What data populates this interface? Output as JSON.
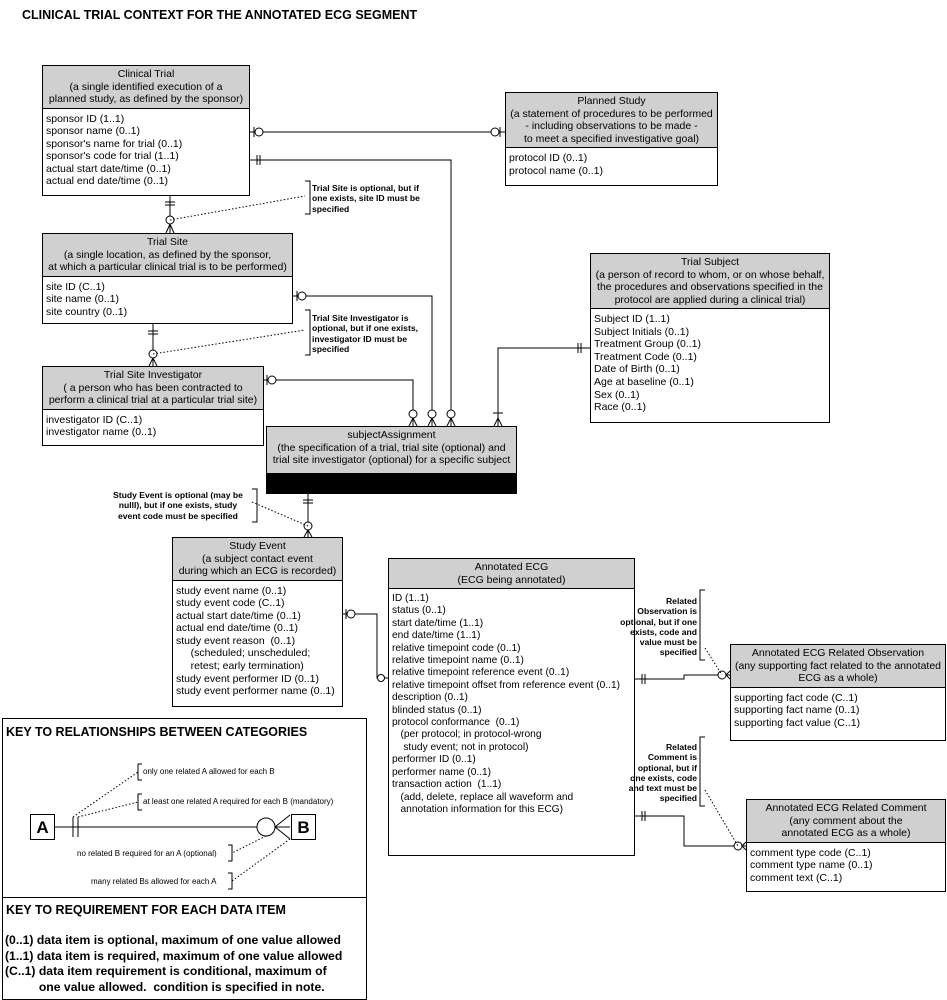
{
  "title": "CLINICAL TRIAL CONTEXT FOR THE ANNOTATED ECG SEGMENT",
  "entities": {
    "clinical_trial": {
      "header": [
        "Clinical Trial",
        "(a single identified execution of a",
        "planned study, as defined by the sponsor)"
      ],
      "attributes": "sponsor ID (1..1)\nsponsor name (0..1)\nsponsor's name for trial (0..1)\nsponsor's code for trial (1..1)\nactual start date/time (0..1)\nactual end date/time (0..1)"
    },
    "planned_study": {
      "header": [
        "Planned Study",
        "(a statement of procedures to be performed",
        "- including observations to be made -",
        "to meet a specified investigative goal)"
      ],
      "attributes": "protocol ID (0..1)\nprotocol name (0..1)"
    },
    "trial_site": {
      "header": [
        "Trial Site",
        "(a single location, as defined by the sponsor,",
        "at which a particular clinical trial is to be performed)"
      ],
      "attributes": "site ID (C..1)\nsite name (0..1)\nsite country (0..1)"
    },
    "trial_subject": {
      "header": [
        "Trial Subject",
        "(a person of record to whom, or on whose behalf,",
        "the procedures and observations specified in the",
        "protocol are applied during a clinical trial)"
      ],
      "attributes": "Subject ID (1..1)\nSubject Initials (0..1)\nTreatment Group (0..1)\nTreatment Code (0..1)\nDate of Birth (0..1)\nAge at baseline (0..1)\nSex (0..1)\nRace (0..1)"
    },
    "trial_site_investigator": {
      "header": [
        "Trial Site Investigator",
        "( a person who has been contracted to",
        "perform a clinical trial at a particular trial site)"
      ],
      "attributes": "investigator ID (C..1)\ninvestigator name (0..1)"
    },
    "subject_assignment": {
      "header": [
        "subjectAssignment",
        "(the specification of a trial, trial site (optional) and",
        "trial site investigator (optional) for a specific subject"
      ]
    },
    "study_event": {
      "header": [
        "Study Event",
        "(a subject contact event",
        "during which an ECG is recorded)"
      ],
      "attributes": "study event name (0..1)\nstudy event code (C..1)\nactual start date/time (0..1)\nactual end date/time (0..1)\nstudy event reason  (0..1)\n     (scheduled; unscheduled;\n     retest; early termination)\nstudy event performer ID (0..1)\nstudy event performer name (0..1)"
    },
    "annotated_ecg": {
      "header": [
        "Annotated ECG",
        "(ECG being annotated)"
      ],
      "attributes": "ID (1..1)\nstatus (0..1)\nstart date/time (1..1)\nend date/time (1..1)\nrelative timepoint code (0..1)\nrelative timepoint name (0..1)\nrelative timepoint reference event (0..1)\nrelative timepoint offset from reference event (0..1)\ndescription (0..1)\nblinded status (0..1)\nprotocol conformance  (0..1)\n   (per protocol; in protocol-wrong\n    study event; not in protocol)\nperformer ID (0..1)\nperformer name (0..1)\ntransaction action  (1..1)\n   (add, delete, replace all waveform and\n   annotation information for this ECG)"
    },
    "related_observation": {
      "header": [
        "Annotated ECG Related Observation",
        "(any supporting fact related to the annotated",
        "ECG as a whole)"
      ],
      "attributes": "supporting fact code (C..1)\nsupporting fact name (0..1)\nsupporting fact value (C..1)"
    },
    "related_comment": {
      "header": [
        "Annotated ECG Related Comment",
        "(any comment about the",
        "annotated ECG as a whole)"
      ],
      "attributes": "comment type code (C..1)\ncomment type name (0..1)\ncomment text (C..1)"
    }
  },
  "notes": {
    "trial_site": "Trial Site is optional, but if\none exists, site ID must be\nspecified",
    "investigator": "Trial Site Investigator is\noptional, but if one exists,\ninvestigator ID must be\nspecified",
    "study_event": "Study Event is optional (may be\nnulll), but if one exists, study\nevent code must be specified",
    "related_observation": "Related\nObservation is\noptional, but if one\nexists, code and\nvalue must be\nspecified",
    "related_comment": "Related\nComment is\noptional, but if\none exists, code\nand text must be\nspecified"
  },
  "key_relationships": {
    "title": "KEY TO RELATIONSHIPS BETWEEN CATEGORIES",
    "box_a": "A",
    "box_b": "B",
    "label_one": "only one related A allowed for each B",
    "label_at_least_one": "at least one related A required for each B (mandatory)",
    "label_no_related": "no related B required for an A (optional)",
    "label_many": "many related Bs allowed for each A"
  },
  "key_requirements": {
    "title": "KEY TO REQUIREMENT FOR EACH DATA ITEM",
    "lines": "(0..1) data item is optional, maximum of one value allowed\n(1..1) data item is required, maximum of one value allowed\n(C..1) data item requirement is conditional, maximum of\n          one value allowed.  condition is specified in note."
  }
}
